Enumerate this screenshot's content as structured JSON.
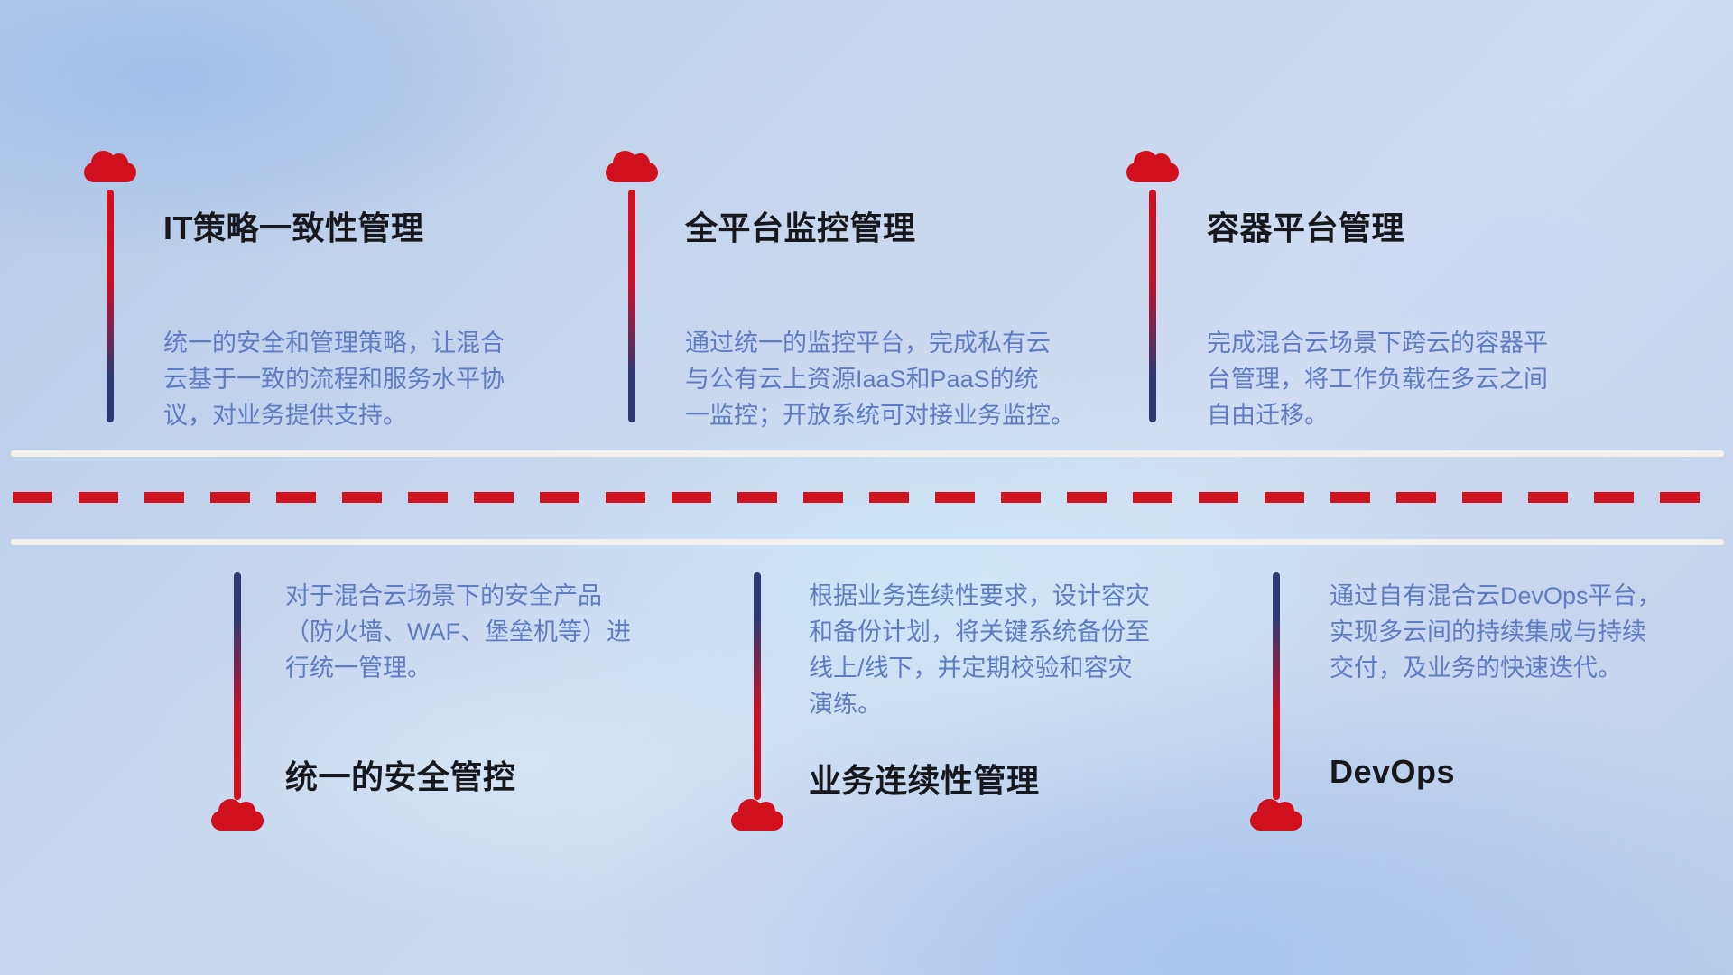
{
  "colors": {
    "accent_red": "#d1101d",
    "accent_navy": "#2d3a72",
    "description_blue": "#5d7cc1",
    "title_black": "#17171c",
    "road_white": "#f4f1ec"
  },
  "top_items": [
    {
      "title": "IT策略一致性管理",
      "desc": "统一的安全和管理策略，让混合\n云基于一致的流程和服务水平协\n议，对业务提供支持。"
    },
    {
      "title": "全平台监控管理",
      "desc": "通过统一的监控平台，完成私有云\n与公有云上资源IaaS和PaaS的统\n一监控；开放系统可对接业务监控。"
    },
    {
      "title": "容器平台管理",
      "desc": "完成混合云场景下跨云的容器平\n台管理，将工作负载在多云之间\n自由迁移。"
    }
  ],
  "bottom_items": [
    {
      "title": "统一的安全管控",
      "desc": "对于混合云场景下的安全产品\n（防火墙、WAF、堡垒机等）进\n行统一管理。"
    },
    {
      "title": "业务连续性管理",
      "desc": "根据业务连续性要求，设计容灾\n和备份计划，将关键系统备份至\n线上/线下，并定期校验和容灾\n演练。"
    },
    {
      "title": "DevOps",
      "desc": "通过自有混合云DevOps平台，\n实现多云间的持续集成与持续\n交付，及业务的快速迭代。"
    }
  ]
}
